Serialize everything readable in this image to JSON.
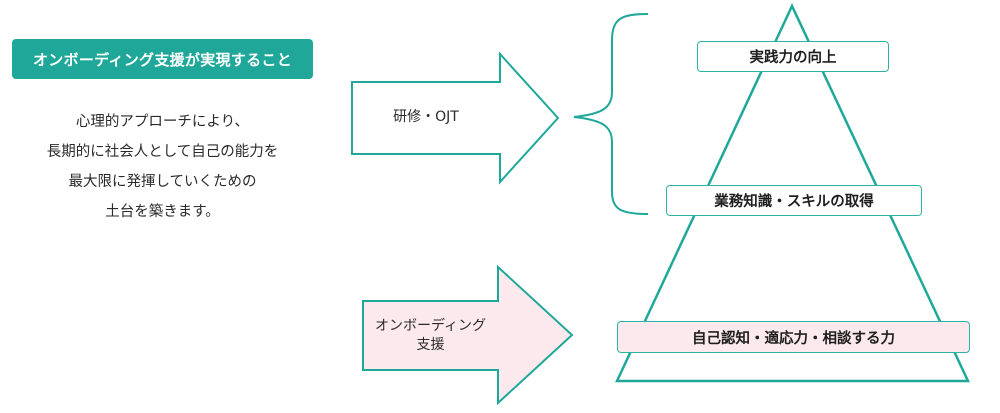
{
  "badge": {
    "title": "オンボーディング支援が実現すること"
  },
  "description": {
    "lines": [
      "心理的アプローチにより、",
      "長期的に社会人として自己の能力を",
      "最大限に発揮していくための",
      "土台を築きます。"
    ]
  },
  "arrows": [
    {
      "label_lines": [
        "研修・OJT"
      ]
    },
    {
      "label_lines": [
        "オンボーディング",
        "支援"
      ]
    }
  ],
  "pyramid": {
    "levels": [
      {
        "label": "実践力の向上"
      },
      {
        "label": "業務知識・スキルの取得"
      },
      {
        "label": "自己認知・適応力・相談する力"
      }
    ]
  },
  "colors": {
    "accent": "#1fa89a",
    "outline": "#2db3a5",
    "pink_fill": "#fbe9ed"
  }
}
